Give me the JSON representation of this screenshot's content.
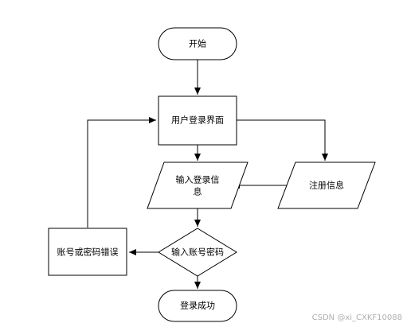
{
  "flowchart": {
    "start": "开始",
    "login_screen": "用户登录界面",
    "input_login_info_line1": "输入登录信",
    "input_login_info_line2": "息",
    "register_info": "注册信息",
    "decision_input_account_password": "输入账号密码",
    "error_account_password": "账号或密码错误",
    "login_success": "登录成功"
  },
  "watermark": "CSDN @xi_CXKF10088",
  "colors": {
    "stroke": "#000000",
    "fill": "#ffffff",
    "text": "#000000",
    "watermark": "#b0b0b0"
  }
}
